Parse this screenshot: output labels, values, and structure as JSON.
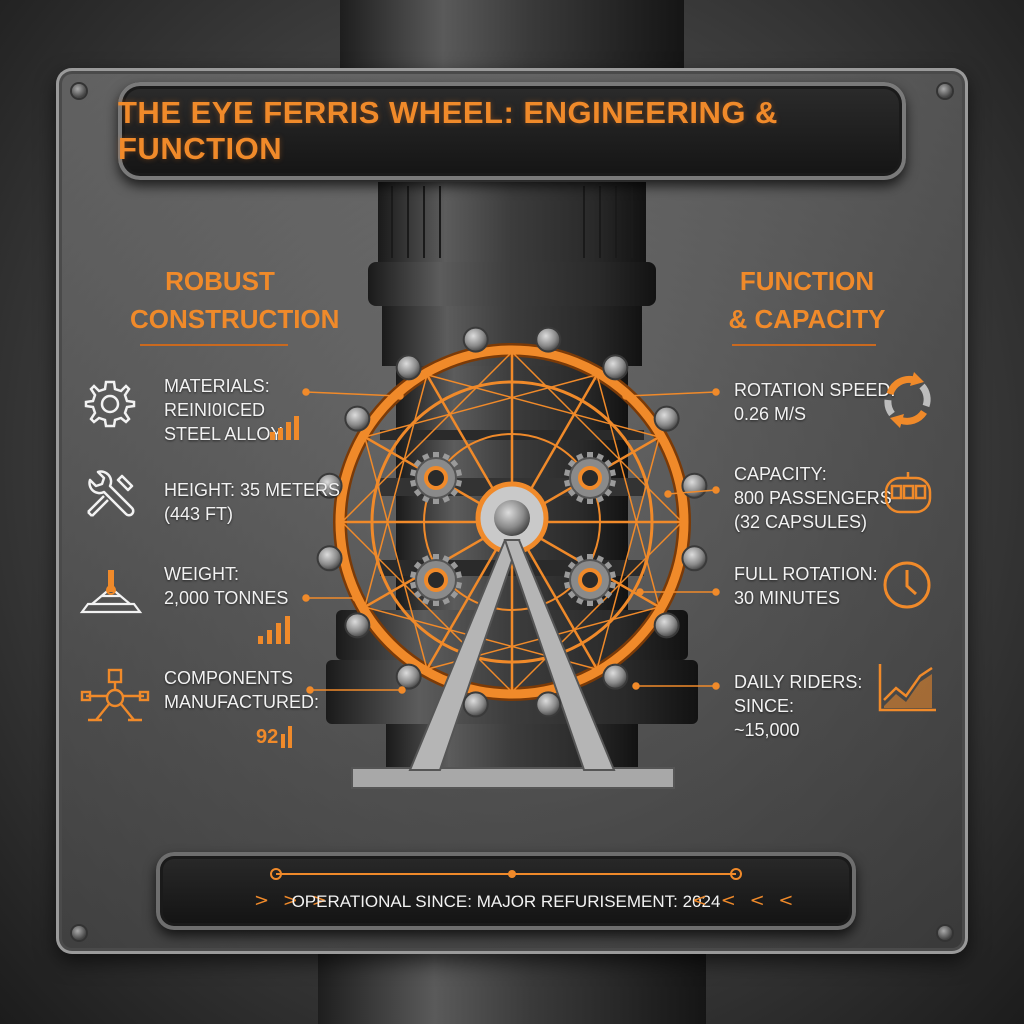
{
  "title": "THE EYE FERRIS WHEEL: ENGINEERING & FUNCTION",
  "left_section": {
    "heading_line1": "ROBUST",
    "heading_line2": "CONSTRUCTION",
    "items": [
      {
        "icon": "gear-icon",
        "line1": "MATERIALS:",
        "line2": "REINI0ICED",
        "line3": "STEEL ALLOY"
      },
      {
        "icon": "wrench-icon",
        "line1": "HEIGHT: 35 METERS",
        "line2": "(443 FT)"
      },
      {
        "icon": "crane-hook-icon",
        "line1": "WEIGHT:",
        "line2": "2,000 TONNES"
      },
      {
        "icon": "component-schematic-icon",
        "line1": "COMPONENTS",
        "line2": "MANUFACTURED:",
        "value": "92"
      }
    ]
  },
  "right_section": {
    "heading_line1": "FUNCTION",
    "heading_line2": "& CAPACITY",
    "items": [
      {
        "icon": "rotation-arrows-icon",
        "line1": "ROTATION SPEED:",
        "line2": "0.26 M/S"
      },
      {
        "icon": "capsule-icon",
        "line1": "CAPACITY:",
        "line2": "800 PASSENGERS",
        "line3": "(32 CAPSULES)"
      },
      {
        "icon": "clock-icon",
        "line1": "FULL ROTATION:",
        "line2": "30 MINUTES"
      },
      {
        "icon": "rising-chart-icon",
        "line1": "DAILY RIDERS:",
        "line2": "SINCE:",
        "line3": "~15,000"
      }
    ]
  },
  "footer": {
    "text": "OPERATIONAL SINCE:  MAJOR REFURISEMENT: 2024",
    "chevrons_left": "> > >",
    "chevrons_right": "< < < <"
  },
  "colors": {
    "accent": "#f08a2a",
    "text": "#f2f2f2",
    "metal": "#4a4a4a"
  }
}
